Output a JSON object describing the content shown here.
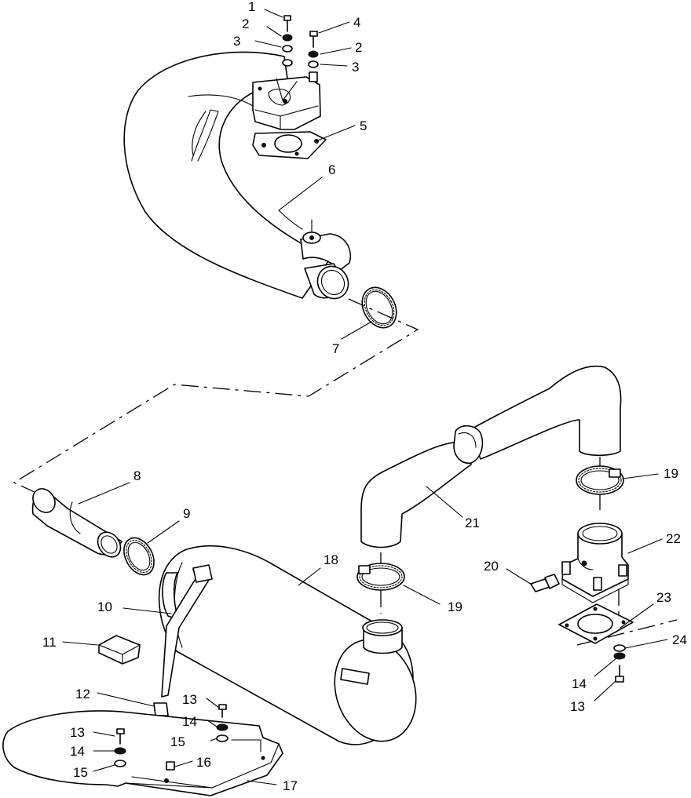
{
  "callouts": [
    {
      "n": "1"
    },
    {
      "n": "2"
    },
    {
      "n": "3"
    },
    {
      "n": "4"
    },
    {
      "n": "2"
    },
    {
      "n": "3"
    },
    {
      "n": "5"
    },
    {
      "n": "6"
    },
    {
      "n": "7"
    },
    {
      "n": "8"
    },
    {
      "n": "9"
    },
    {
      "n": "18"
    },
    {
      "n": "19"
    },
    {
      "n": "21"
    },
    {
      "n": "22"
    },
    {
      "n": "20"
    },
    {
      "n": "19"
    },
    {
      "n": "10"
    },
    {
      "n": "23"
    },
    {
      "n": "24"
    },
    {
      "n": "11"
    },
    {
      "n": "14"
    },
    {
      "n": "13"
    },
    {
      "n": "12"
    },
    {
      "n": "13"
    },
    {
      "n": "14"
    },
    {
      "n": "15"
    },
    {
      "n": "13"
    },
    {
      "n": "14"
    },
    {
      "n": "16"
    },
    {
      "n": "15"
    },
    {
      "n": "17"
    }
  ]
}
